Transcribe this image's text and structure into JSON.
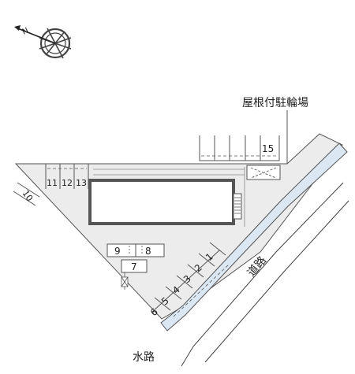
{
  "compass": {
    "icon": "compass-rose-icon",
    "north_letter": "N"
  },
  "labels": {
    "bicycle_parking": "屋根付駐輪場",
    "waterway": "水路",
    "road": "道路"
  },
  "parking_slots": {
    "top_row": [
      "11",
      "12",
      "13"
    ],
    "left_slot": "10",
    "upper_right": "15",
    "middle": [
      "9",
      "8",
      "7"
    ],
    "diagonal": [
      "1",
      "2",
      "3",
      "4",
      "5",
      "6"
    ]
  },
  "colors": {
    "lot_fill": "#ececec",
    "water_fill": "#dbe7f3",
    "building_outline": "#555555",
    "line": "#444444"
  }
}
